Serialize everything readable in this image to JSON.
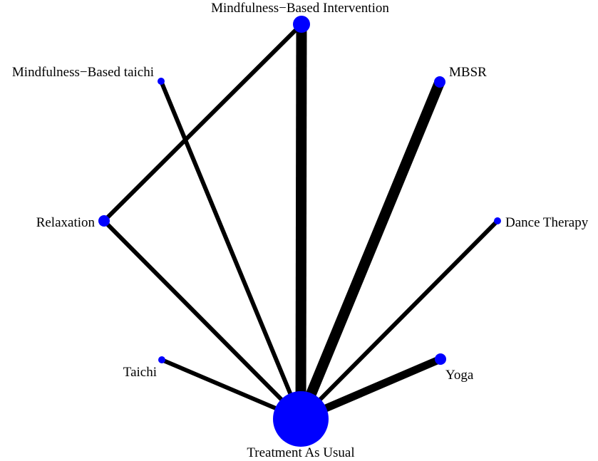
{
  "colors": {
    "node": "#0000ff",
    "edge": "#000000",
    "label": "#000000",
    "background": "#ffffff"
  },
  "nodes": [
    {
      "id": "mbi",
      "label": "Mindfulness−Based Intervention",
      "size": "large"
    },
    {
      "id": "mbt",
      "label": "Mindfulness−Based taichi",
      "size": "small"
    },
    {
      "id": "mbsr",
      "label": "MBSR",
      "size": "medium"
    },
    {
      "id": "relax",
      "label": "Relaxation",
      "size": "medium"
    },
    {
      "id": "dance",
      "label": "Dance Therapy",
      "size": "small"
    },
    {
      "id": "taichi",
      "label": "Taichi",
      "size": "small"
    },
    {
      "id": "yoga",
      "label": "Yoga",
      "size": "medium"
    },
    {
      "id": "tau",
      "label": "Treatment As Usual",
      "size": "very-large"
    }
  ],
  "edges": [
    {
      "from": "tau",
      "to": "mbi",
      "weight": "very-thick"
    },
    {
      "from": "tau",
      "to": "mbsr",
      "weight": "very-thick"
    },
    {
      "from": "tau",
      "to": "yoga",
      "weight": "thick"
    },
    {
      "from": "tau",
      "to": "mbt",
      "weight": "medium"
    },
    {
      "from": "tau",
      "to": "relax",
      "weight": "medium"
    },
    {
      "from": "tau",
      "to": "dance",
      "weight": "medium"
    },
    {
      "from": "tau",
      "to": "taichi",
      "weight": "medium"
    },
    {
      "from": "relax",
      "to": "mbi",
      "weight": "medium"
    }
  ]
}
